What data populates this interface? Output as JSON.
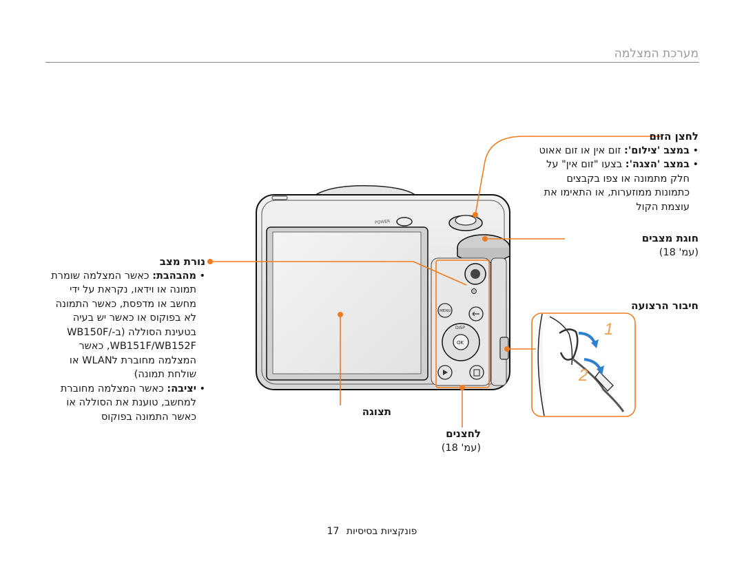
{
  "header": {
    "section_title": "מערכת המצלמה"
  },
  "zoom_button": {
    "title": "לחצן הזום",
    "items": [
      {
        "mode": "במצב 'צילום':",
        "text": "זום אין או זום אאוט"
      },
      {
        "mode": "במצב 'הצגה':",
        "text": "בצעו \"זום אין\" על חלק מתמונה או צפו בקבצים כתמונות ממוזערות, או התאימו את עוצמת הקול"
      }
    ]
  },
  "mode_dial": {
    "title": "חוגת מצבים",
    "ref": "(עמ' 18)"
  },
  "strap": {
    "title": "חיבור הרצועה",
    "step1": "1",
    "step2": "2"
  },
  "status_lamp": {
    "title": "נורת מצב",
    "items": [
      {
        "mode": "מהבהבת:",
        "text": "כאשר המצלמה שומרת תמונה או וידאו, נקראת על ידי מחשב או מדפסת, כאשר התמונה לא בפוקוס או כאשר יש בעיה בטעינת הסוללה (ב-WB150F/ WB151F/WB152F, כאשר המצלמה מחוברת לWLAN או שולחת תמונה)"
      },
      {
        "mode": "יציבה:",
        "text": "כאשר המצלמה מחוברת למחשב, טוענת את הסוללה או כאשר התמונה בפוקוס"
      }
    ]
  },
  "screen": {
    "title": "תצוגה"
  },
  "buttons": {
    "title": "לחצנים",
    "ref": "(עמ' 18)"
  },
  "camera": {
    "power_label": "POWER",
    "disp_label": "DISP",
    "ok_label": "OK",
    "menu_label": "MENU"
  },
  "colors": {
    "callout": "#f07c1e",
    "strap_blue": "#2f7fd0",
    "step_number": "#f0a050"
  },
  "footer": {
    "page_number": "17",
    "text": "פונקציות בסיסיות"
  }
}
